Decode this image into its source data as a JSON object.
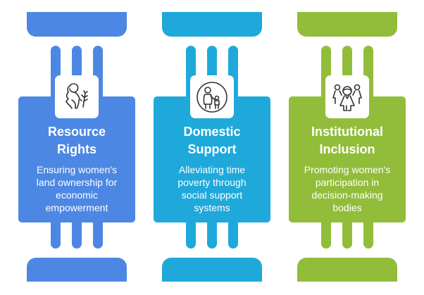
{
  "columns": [
    {
      "id": "resource-rights",
      "color": "#4C88E3",
      "icon": "woman-with-plant-icon",
      "title_line1": "Resource",
      "title_line2": "Rights",
      "desc_lines": [
        "Ensuring women's",
        "land ownership for",
        "economic",
        "empowerment"
      ]
    },
    {
      "id": "domestic-support",
      "color": "#1FA9DA",
      "icon": "mother-and-child-icon",
      "title_line1": "Domestic",
      "title_line2": "Support",
      "desc_lines": [
        "Alleviating time",
        "poverty through",
        "social support",
        "systems"
      ]
    },
    {
      "id": "institutional-inclusion",
      "color": "#92BD3A",
      "icon": "group-of-people-icon",
      "title_line1": "Institutional",
      "title_line2": "Inclusion",
      "desc_lines": [
        "Promoting women's",
        "participation in",
        "decision-making",
        "bodies"
      ]
    }
  ]
}
